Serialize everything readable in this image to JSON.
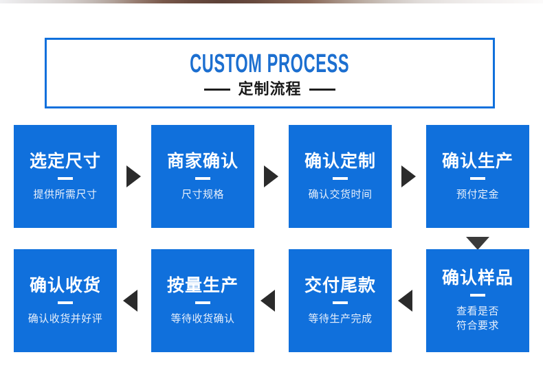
{
  "header": {
    "title": "CUSTOM PROCESS",
    "subtitle": "定制流程",
    "dash_left": "",
    "dash_right": "",
    "border_color": "#1070dc",
    "title_color": "#1c6fd0",
    "subtitle_color": "#1a1a1a"
  },
  "theme": {
    "card_bg": "#1070dc",
    "card_title_color": "#ffffff",
    "card_sub_color": "#e8f0fb",
    "arrow_color": "#2b2b2b",
    "page_bg": "#ffffff"
  },
  "row1": {
    "cards": [
      {
        "title": "选定尺寸",
        "subtitle": "提供所需尺寸"
      },
      {
        "title": "商家确认",
        "subtitle": "尺寸规格"
      },
      {
        "title": "确认定制",
        "subtitle": "确认交货时间"
      },
      {
        "title": "确认生产",
        "subtitle": "预付定金"
      }
    ],
    "arrows": [
      {
        "direction": "right",
        "icon": "arrow-right-icon"
      },
      {
        "direction": "right",
        "icon": "arrow-right-icon"
      },
      {
        "direction": "right",
        "icon": "arrow-right-icon"
      }
    ]
  },
  "connector": {
    "direction": "down",
    "icon": "arrow-down-icon"
  },
  "row2": {
    "cards": [
      {
        "title": "确认收货",
        "subtitle": "确认收货并好评"
      },
      {
        "title": "按量生产",
        "subtitle": "等待收货确认"
      },
      {
        "title": "交付尾款",
        "subtitle": "等待生产完成"
      },
      {
        "title": "确认样品",
        "subtitle": "查看是否\n符合要求"
      }
    ],
    "arrows": [
      {
        "direction": "left",
        "icon": "arrow-left-icon"
      },
      {
        "direction": "left",
        "icon": "arrow-left-icon"
      },
      {
        "direction": "left",
        "icon": "arrow-left-icon"
      }
    ]
  }
}
